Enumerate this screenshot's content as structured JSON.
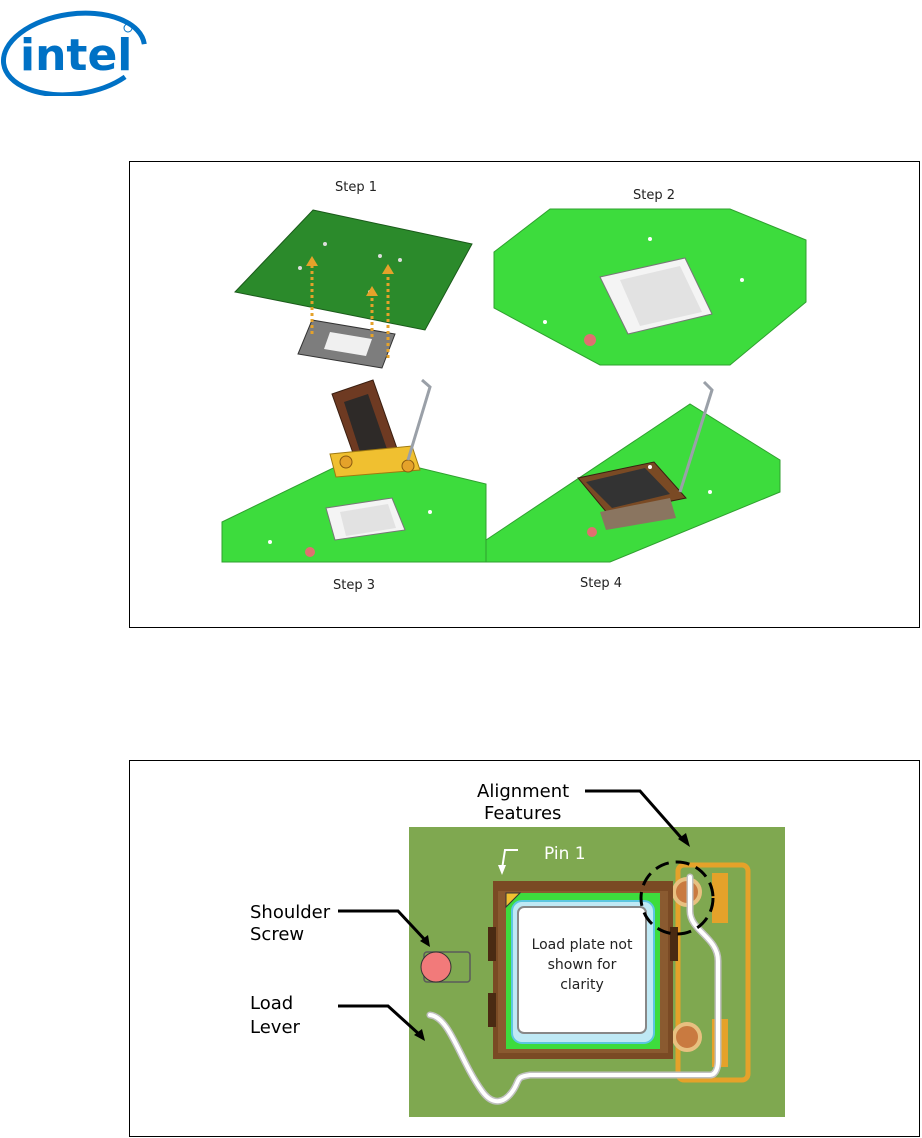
{
  "logo": {
    "text": "intel"
  },
  "figure1": {
    "steps": [
      "Step 1",
      "Step 2",
      "Step 3",
      "Step 4"
    ]
  },
  "figure2": {
    "labels": {
      "alignment": "Alignment\nFeatures",
      "alignment_line1": "Alignment",
      "alignment_line2": "Features",
      "pin1": "Pin 1",
      "shoulder_line1": "Shoulder",
      "shoulder_line2": "Screw",
      "lever_line1": "Load",
      "lever_line2": "Lever",
      "load_plate_line1": "Load plate not",
      "load_plate_line2": "shown for",
      "load_plate_line3": "clarity"
    }
  },
  "colors": {
    "intel_blue": "#0071c5",
    "board_green": "#3ddc3d",
    "board_dark_green": "#1f6b1f",
    "olive_board": "#7fa850",
    "socket_brown": "#7a4a24",
    "retention_orange": "#e5a22a",
    "screw_pink": "#f27a7a"
  }
}
